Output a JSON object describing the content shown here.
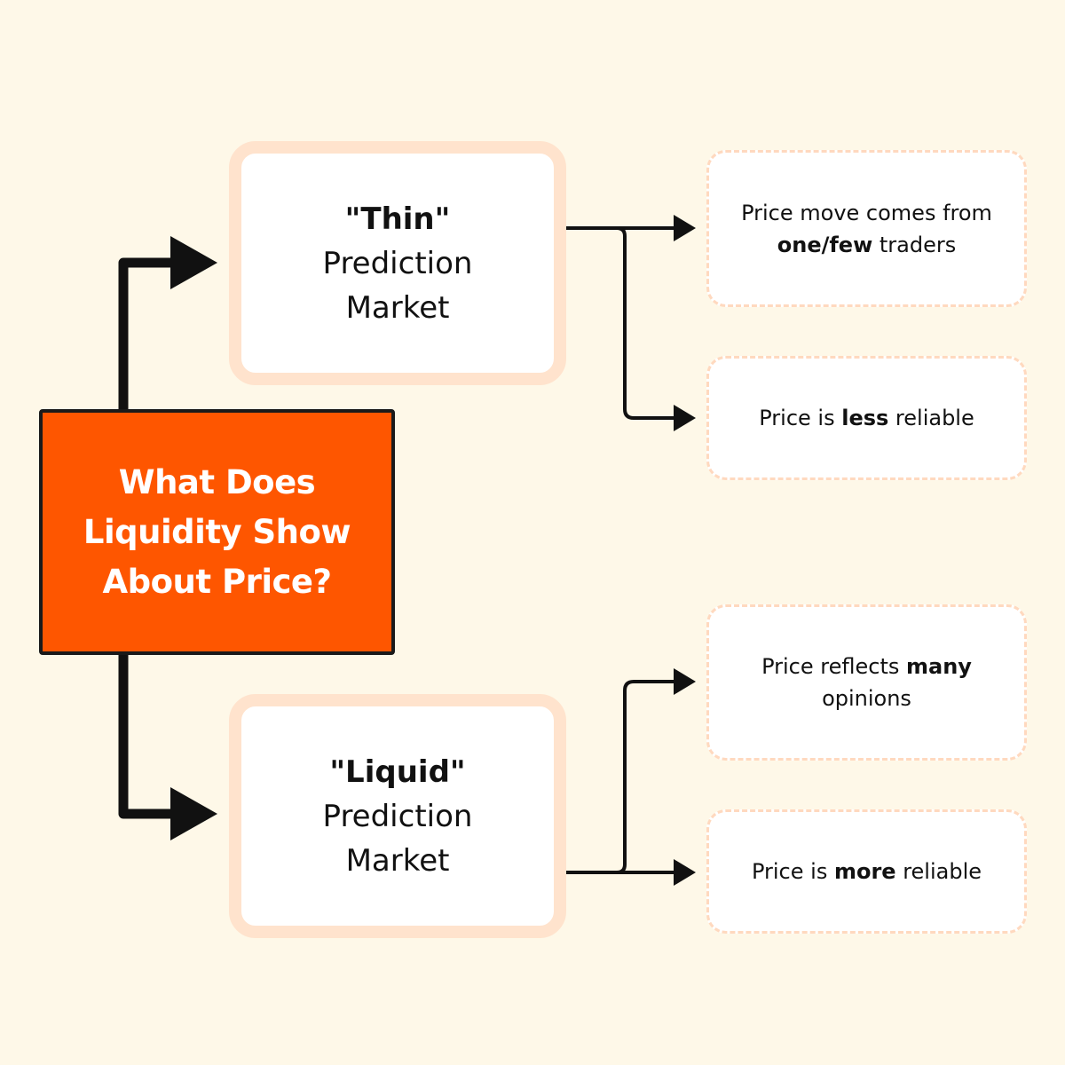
{
  "center": {
    "title": "What Does Liquidity Show About Price?"
  },
  "markets": {
    "thin": {
      "bold": "\"Thin\"",
      "line2": "Prediction",
      "line3": "Market"
    },
    "liquid": {
      "bold": "\"Liquid\"",
      "line2": "Prediction",
      "line3": "Market"
    }
  },
  "results": {
    "thin_move": {
      "part1": "Price move comes from ",
      "bold": "one/few",
      "part2": " traders"
    },
    "thin_reliability": {
      "part1": "Price is ",
      "bold": "less",
      "part2": " reliable"
    },
    "liquid_opinions": {
      "part1": "Price reflects ",
      "bold": "many",
      "part2": " opinions"
    },
    "liquid_reliability": {
      "part1": "Price is ",
      "bold": "more",
      "part2": " reliable"
    }
  },
  "colors": {
    "background": "#fef8e8",
    "center_fill": "#fe5600",
    "center_border": "#1a1a1a",
    "market_border": "#ffe3cd",
    "result_border": "#ffd9bf",
    "connector": "#111111"
  }
}
